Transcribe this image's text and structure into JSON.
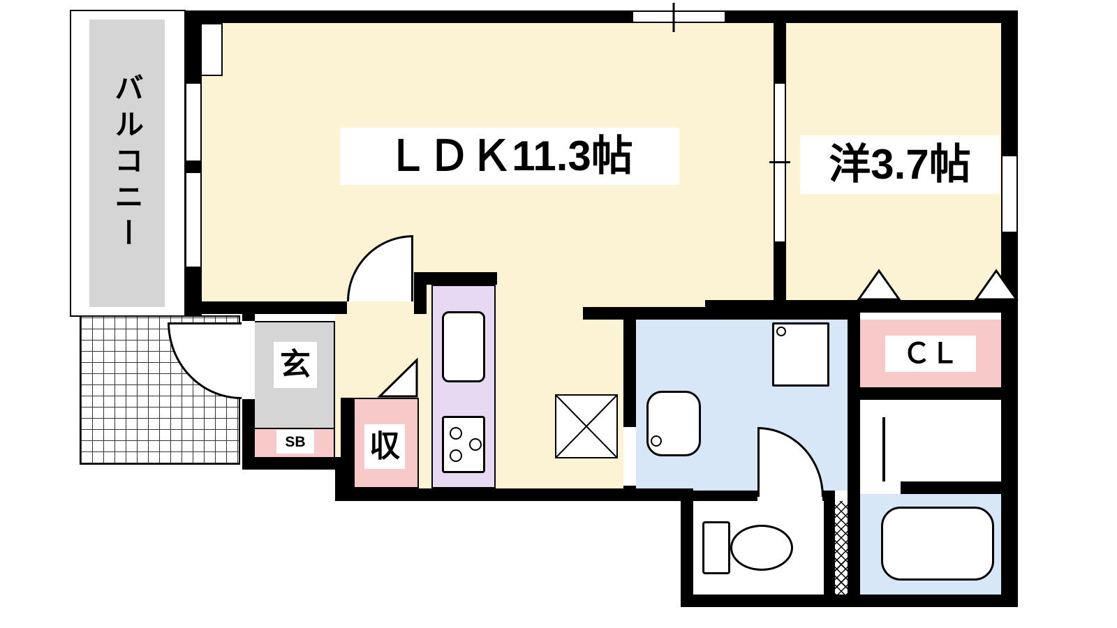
{
  "plan": {
    "type": "apartment-floor-plan",
    "colors": {
      "wall": "#000000",
      "background": "#FFFFFF",
      "room_floor": "#FCF3D4",
      "wet_area": "#D8E7F7",
      "kitchen": "#E6DAF2",
      "storage_pink": "#F8C9C9",
      "gray_area": "#D5D5D5"
    },
    "rooms": {
      "balcony": {
        "label": "バルコニー"
      },
      "ldk": {
        "label": "ＬＤＫ11.3帖",
        "size_tatami": "11.3"
      },
      "western_room": {
        "label": "洋3.7帖",
        "size_tatami": "3.7"
      },
      "genkan": {
        "label": "玄"
      },
      "shoe_box": {
        "label": "SB"
      },
      "storage": {
        "label": "収"
      },
      "closet": {
        "label": "ＣＬ"
      }
    }
  }
}
